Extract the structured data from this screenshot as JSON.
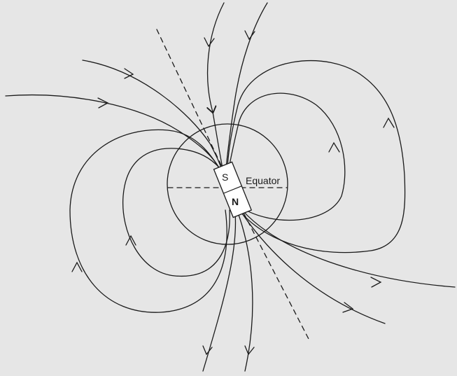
{
  "diagram": {
    "labels": {
      "south_pole": "S",
      "north_pole": "N",
      "equator": "Equator"
    },
    "colors": {
      "background": "#e6e6e6",
      "line": "#1a1a1a",
      "magnet_fill": "#ffffff"
    }
  }
}
